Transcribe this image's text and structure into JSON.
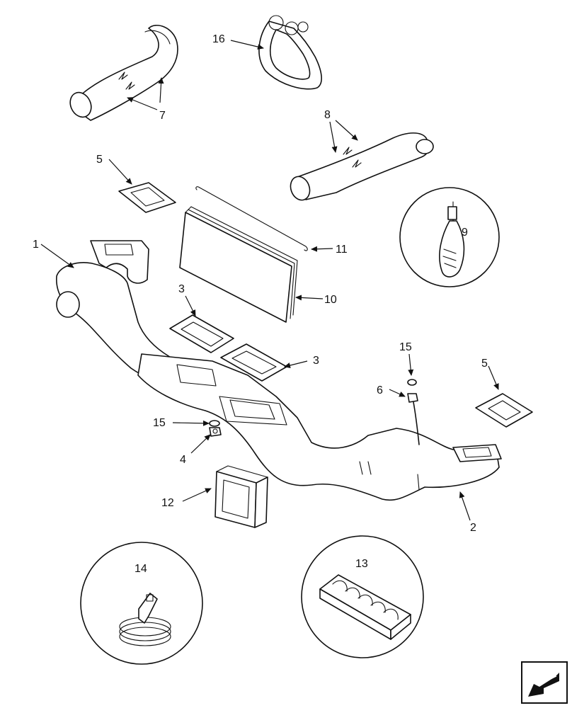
{
  "diagram": {
    "callouts": [
      {
        "id": "c1",
        "label": "1"
      },
      {
        "id": "c2",
        "label": "2"
      },
      {
        "id": "c3a",
        "label": "3"
      },
      {
        "id": "c3b",
        "label": "3"
      },
      {
        "id": "c4",
        "label": "4"
      },
      {
        "id": "c5a",
        "label": "5"
      },
      {
        "id": "c5b",
        "label": "5"
      },
      {
        "id": "c6",
        "label": "6"
      },
      {
        "id": "c7",
        "label": "7"
      },
      {
        "id": "c8",
        "label": "8"
      },
      {
        "id": "c9",
        "label": "9"
      },
      {
        "id": "c10",
        "label": "10"
      },
      {
        "id": "c11",
        "label": "11"
      },
      {
        "id": "c12",
        "label": "12"
      },
      {
        "id": "c13",
        "label": "13"
      },
      {
        "id": "c14",
        "label": "14"
      },
      {
        "id": "c15a",
        "label": "15"
      },
      {
        "id": "c15b",
        "label": "15"
      },
      {
        "id": "c16",
        "label": "16"
      }
    ],
    "nav_icon": "return-arrow-icon"
  }
}
